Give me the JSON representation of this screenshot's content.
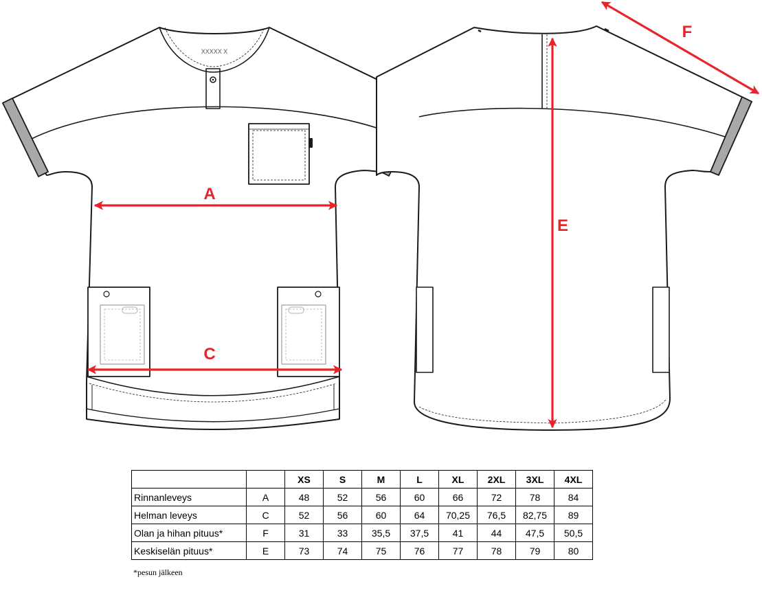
{
  "front_label": "XXXXX X",
  "dimension_labels": {
    "a": "A",
    "c": "C",
    "e": "E",
    "f": "F"
  },
  "colors": {
    "arrow": "#e8232a",
    "outline": "#1a1a1a",
    "reflective": "#a8a8a8"
  },
  "table": {
    "columns": [
      "XS",
      "S",
      "M",
      "L",
      "XL",
      "2XL",
      "3XL",
      "4XL"
    ],
    "rows": [
      {
        "name": "Rinnanleveys",
        "code": "A",
        "values": [
          "48",
          "52",
          "56",
          "60",
          "66",
          "72",
          "78",
          "84"
        ]
      },
      {
        "name": "Helman leveys",
        "code": "C",
        "values": [
          "52",
          "56",
          "60",
          "64",
          "70,25",
          "76,5",
          "82,75",
          "89"
        ]
      },
      {
        "name": "Olan ja hihan pituus*",
        "code": "F",
        "values": [
          "31",
          "33",
          "35,5",
          "37,5",
          "41",
          "44",
          "47,5",
          "50,5"
        ]
      },
      {
        "name": "Keskiselän pituus*",
        "code": "E",
        "values": [
          "73",
          "74",
          "75",
          "76",
          "77",
          "78",
          "79",
          "80"
        ]
      }
    ]
  },
  "footnote": "*pesun jälkeen"
}
